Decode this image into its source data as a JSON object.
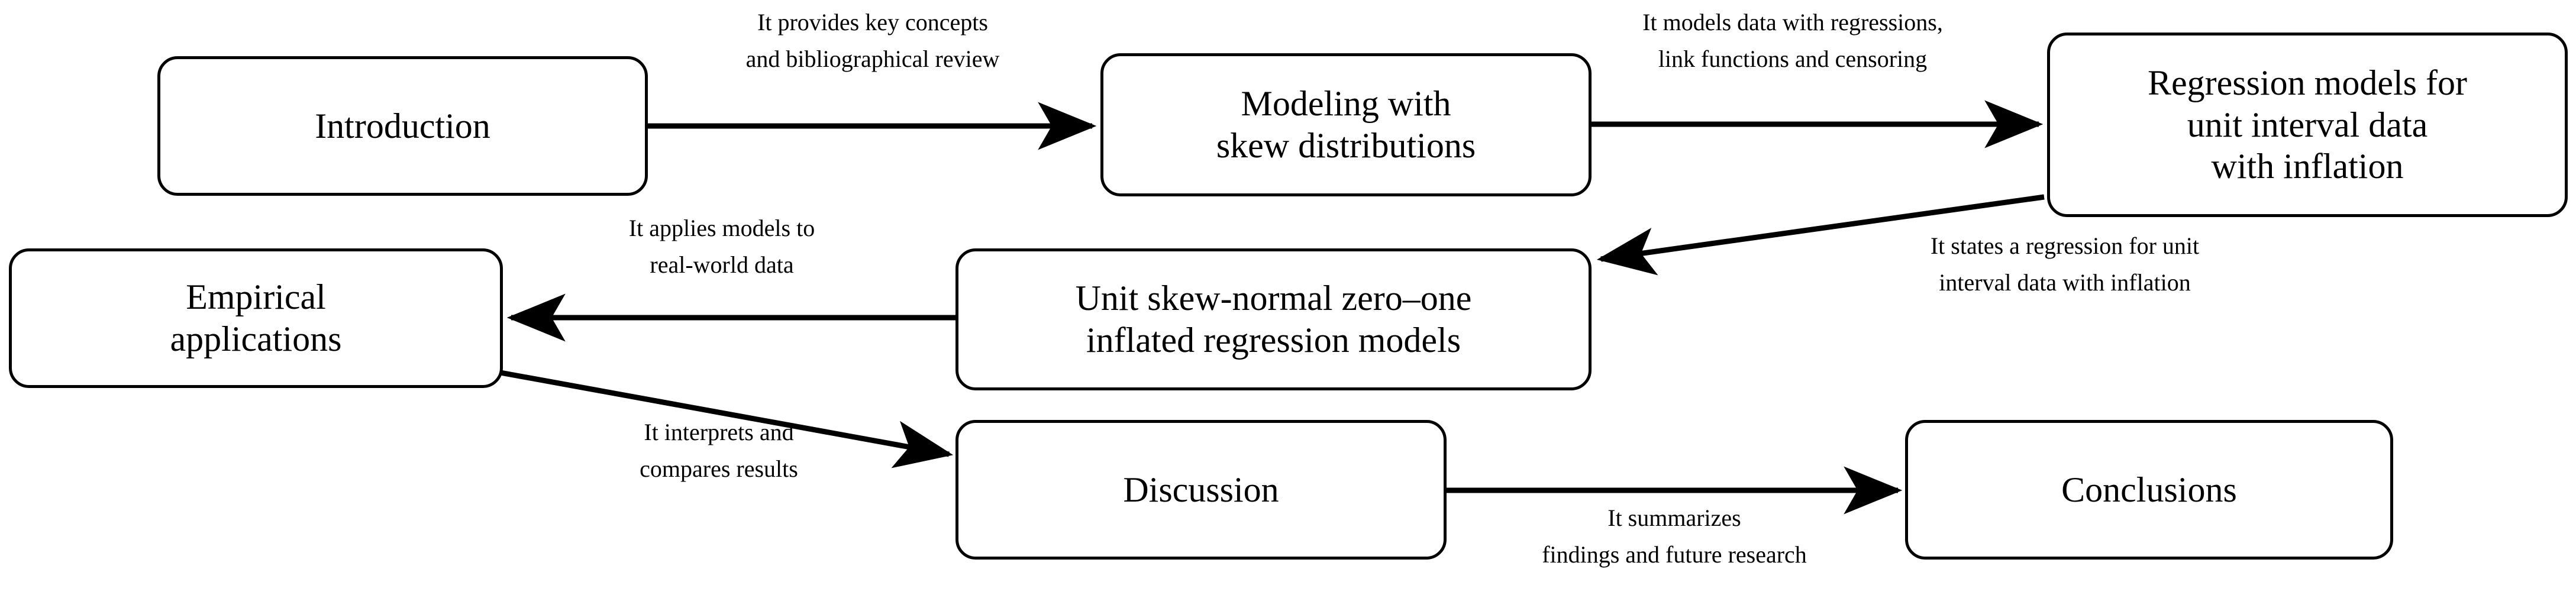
{
  "diagram": {
    "title": "Paper structure flowchart",
    "background_color": "#ffffff",
    "stroke_color": "#000000",
    "nodes": [
      {
        "id": "introduction",
        "label": "Introduction"
      },
      {
        "id": "modeling-skew",
        "label": "Modeling with\nskew distributions"
      },
      {
        "id": "regression-unit-interval",
        "label": "Regression models for\nunit interval data\nwith inflation"
      },
      {
        "id": "unit-skew-normal",
        "label": "Unit skew-normal zero–one\ninflated regression models"
      },
      {
        "id": "empirical-applications",
        "label": "Empirical\napplications"
      },
      {
        "id": "discussion",
        "label": "Discussion"
      },
      {
        "id": "conclusions",
        "label": "Conclusions"
      }
    ],
    "edges": [
      {
        "id": "intro-to-modeling",
        "from": "introduction",
        "to": "modeling-skew",
        "label": "It provides key concepts\nand bibliographical review"
      },
      {
        "id": "modeling-to-regression",
        "from": "modeling-skew",
        "to": "regression-unit-interval",
        "label": "It models data with regressions,\nlink functions and censoring"
      },
      {
        "id": "regression-to-unit-skew-normal",
        "from": "regression-unit-interval",
        "to": "unit-skew-normal",
        "label": "It states a regression for unit\ninterval data with inflation"
      },
      {
        "id": "unit-skew-normal-to-empirical",
        "from": "unit-skew-normal",
        "to": "empirical-applications",
        "label": "It applies models to\nreal-world data"
      },
      {
        "id": "empirical-to-discussion",
        "from": "empirical-applications",
        "to": "discussion",
        "label": "It interprets and\ncompares results"
      },
      {
        "id": "discussion-to-conclusions",
        "from": "discussion",
        "to": "conclusions",
        "label": "It summarizes\nfindings and future research"
      }
    ]
  }
}
